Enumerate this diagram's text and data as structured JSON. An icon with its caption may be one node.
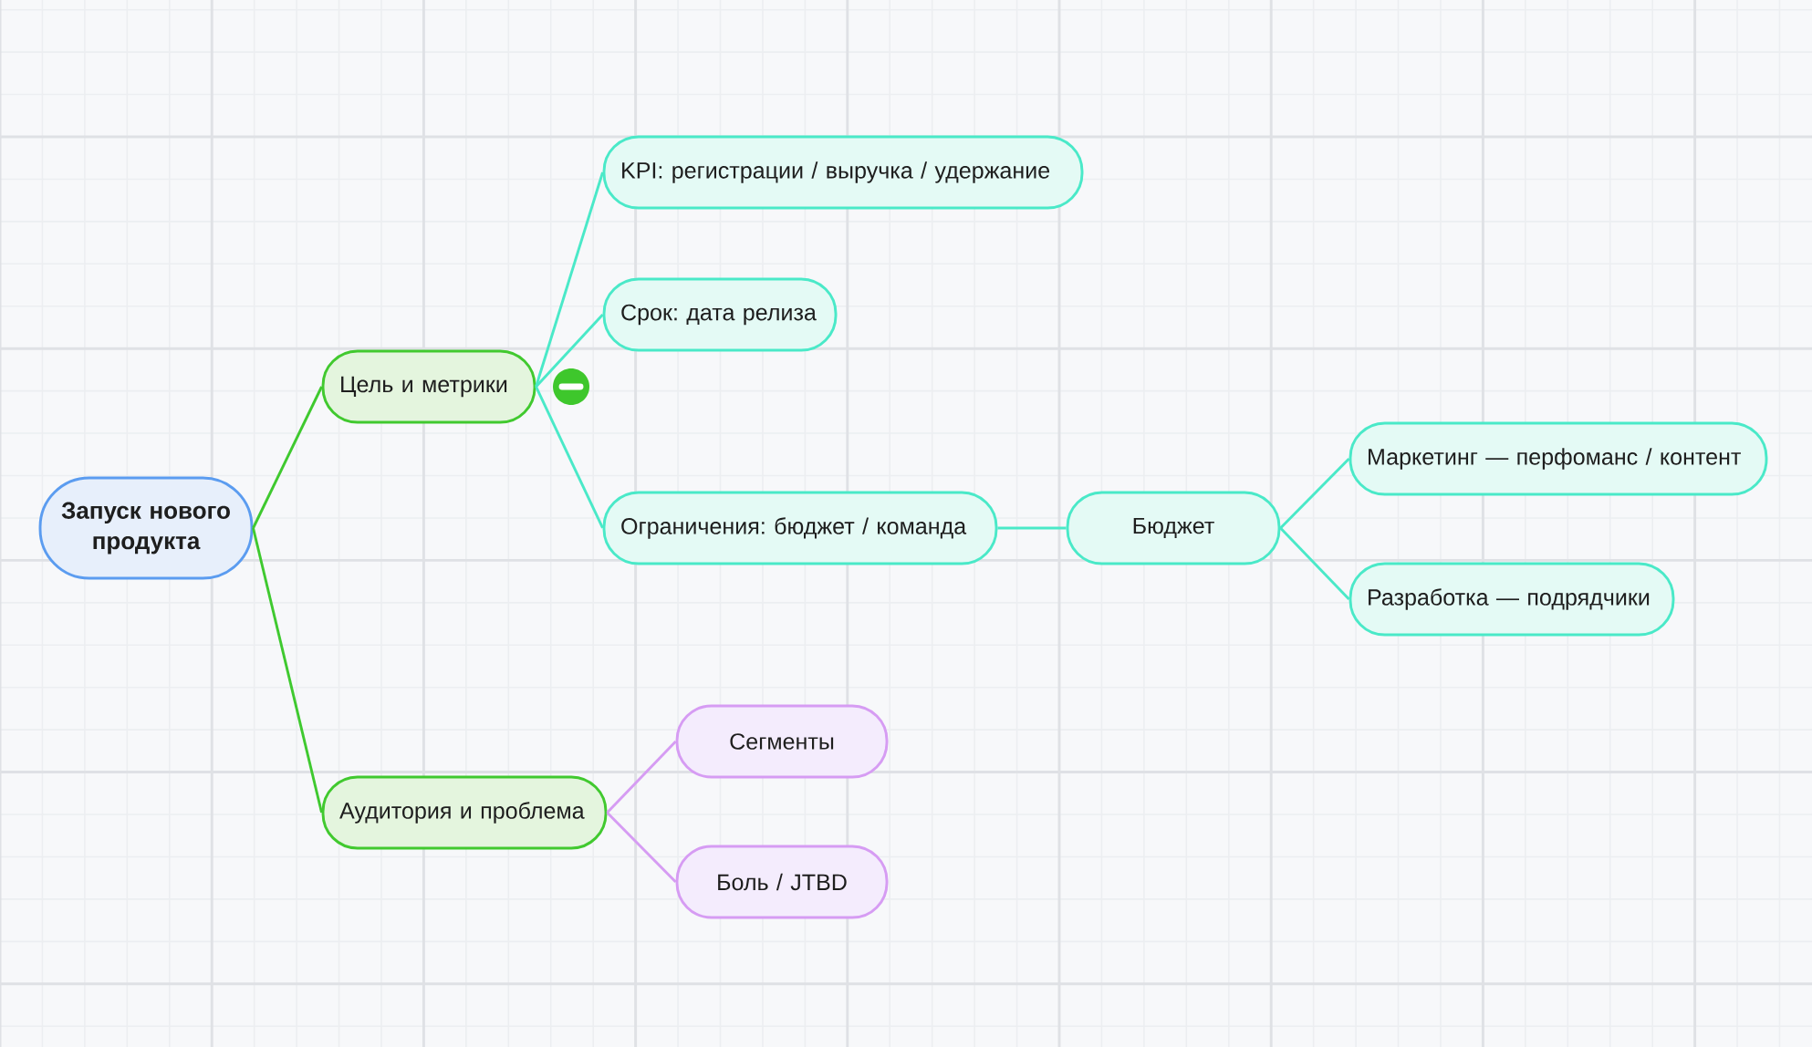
{
  "diagram": {
    "nodes": [
      {
        "text": [
          "Запуск нового продукта"
        ]
      },
      {
        "text": [
          "Цель и метрики"
        ]
      },
      {
        "text": [
          "Аудитория и проблема"
        ]
      },
      {
        "text": [
          "KPI: регистрации / выручка / удержание"
        ]
      },
      {
        "text": [
          "Срок: дата релиза"
        ]
      },
      {
        "text": [
          "Ограничения: бюджет / команда"
        ]
      },
      {
        "text": [
          "Бюджет"
        ]
      },
      {
        "text": [
          "Маркетинг — перфоманс / контент"
        ]
      },
      {
        "text": [
          "Разработка — подрядчики"
        ]
      },
      {
        "text": [
          "Сегменты"
        ]
      },
      {
        "text": [
          "Боль / JTBD"
        ]
      }
    ],
    "edges": [
      {
        "from": 0,
        "to": 1,
        "arrow": "none",
        "color": "#3fc92f"
      },
      {
        "from": 0,
        "to": 2,
        "arrow": "none",
        "color": "#3fc92f"
      },
      {
        "from": 1,
        "to": 3,
        "arrow": "none"
      },
      {
        "from": 1,
        "to": 4,
        "arrow": "none"
      },
      {
        "from": 1,
        "to": 5,
        "arrow": "none"
      },
      {
        "from": 5,
        "to": 6,
        "arrow": "none"
      },
      {
        "from": 6,
        "to": 7,
        "arrow": "none"
      },
      {
        "from": 6,
        "to": 8,
        "arrow": "none"
      },
      {
        "from": 2,
        "to": 9,
        "arrow": "none",
        "color": "#d69cf3"
      },
      {
        "from": 2,
        "to": 10,
        "arrow": "none",
        "color": "#d69cf3"
      }
    ]
  }
}
